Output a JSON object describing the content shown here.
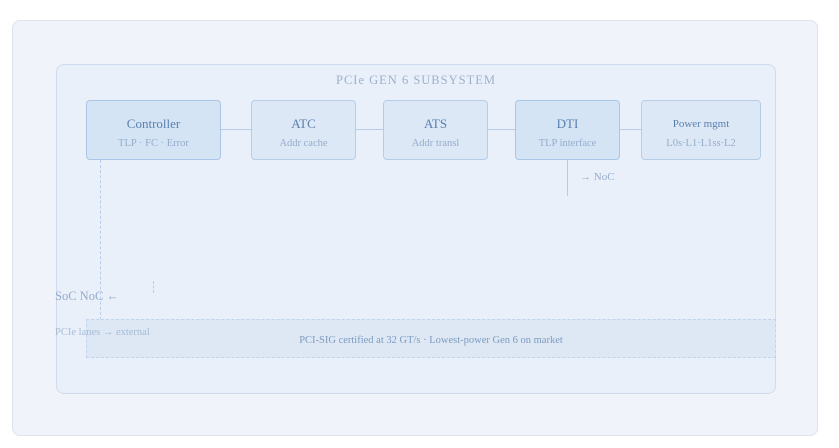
{
  "diagram": {
    "title": "PCIe GEN 6 SUBSYSTEM",
    "blocks": [
      {
        "name": "Controller",
        "sub": "TLP · FC · Error"
      },
      {
        "name": "ATC",
        "sub": "Addr cache"
      },
      {
        "name": "ATS",
        "sub": "Addr transl"
      },
      {
        "name": "DTI",
        "sub": "TLP interface"
      },
      {
        "name": "Power mgmt",
        "sub": "L0s·L1·L1ss·L2"
      }
    ],
    "noc_label": "→ NoC",
    "soc_label": "SoC NoC ←",
    "pcie_label": "PCIe lanes → external",
    "footer": "PCI-SIG certified at 32 GT/s · Lowest-power Gen 6 on market"
  },
  "colors": {
    "page_bg": "#f0f3f9",
    "subsystem_bg": "#eaf0fa",
    "block_fill": "#dde8f6",
    "block_border": "#b6cde9",
    "text_primary": "#5a7fae",
    "text_secondary": "#94accb"
  }
}
